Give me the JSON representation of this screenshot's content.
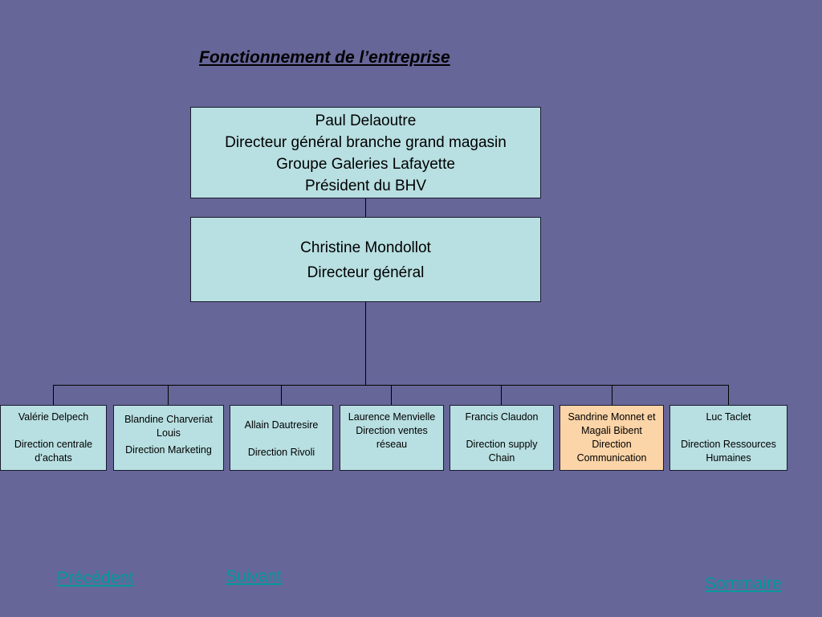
{
  "title": "Fonctionnement de l’entreprise",
  "top": {
    "lines": [
      "Paul Delaoutre",
      "Directeur général branche grand magasin",
      "Groupe Galeries Lafayette",
      "Président du BHV"
    ]
  },
  "middle": {
    "lines": [
      "Christine Mondollot",
      "Directeur général"
    ]
  },
  "departments": [
    {
      "name": "Valérie Delpech",
      "role": "Direction centrale d’achats"
    },
    {
      "name": "Blandine Charveriat Louis",
      "role": "Direction Marketing"
    },
    {
      "name": "Allain Dautresire",
      "role": "Direction Rivoli"
    },
    {
      "name": "Laurence Menvielle",
      "role": "Direction ventes réseau"
    },
    {
      "name": "Francis Claudon",
      "role": "Direction supply Chain"
    },
    {
      "name": "Sandrine Monnet et Magali Bibent",
      "role": "Direction Communication"
    },
    {
      "name": "Luc Taclet",
      "role": "Direction Ressources Humaines"
    }
  ],
  "colors": {
    "background": "#666699",
    "box_fill": "#b8dfe1",
    "highlight_fill": "#fbd4a8",
    "link": "#009999"
  },
  "nav": {
    "previous": "Précédent",
    "next": "Suivant",
    "summary": "Sommaire"
  }
}
